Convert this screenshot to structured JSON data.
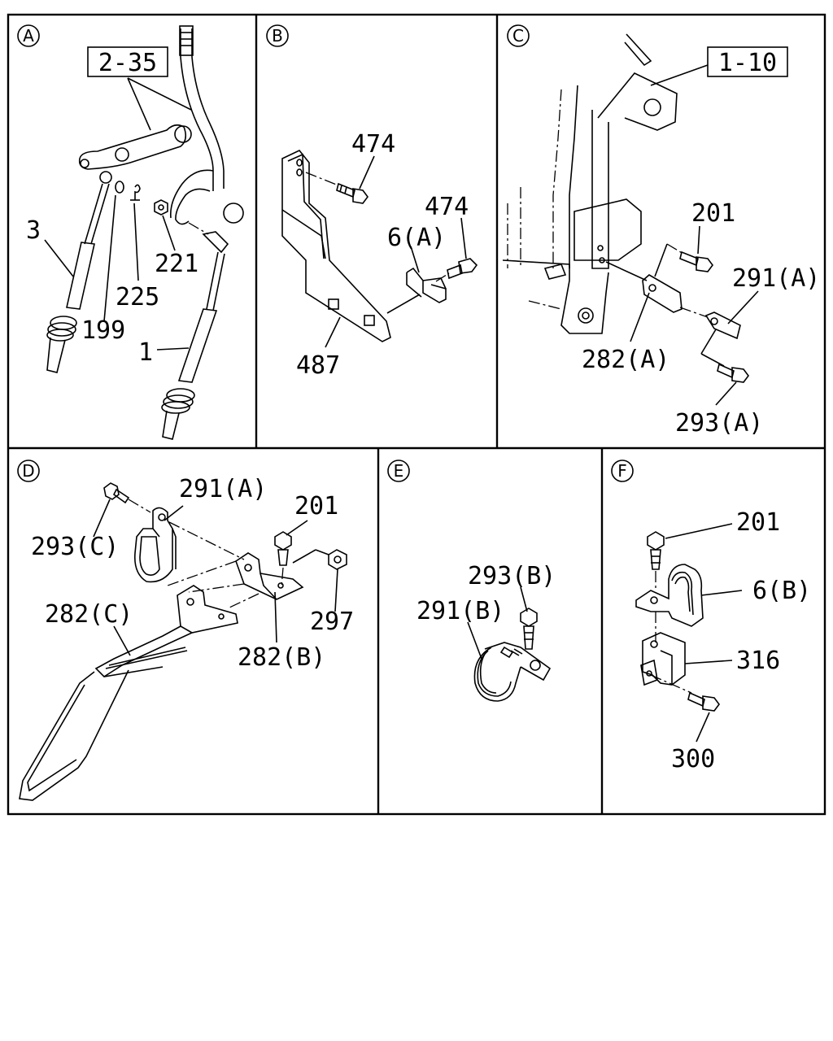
{
  "panels": {
    "A": {
      "id": "A",
      "refs": [
        "2-35"
      ],
      "labels": [
        "3",
        "199",
        "225",
        "221",
        "1"
      ]
    },
    "B": {
      "id": "B",
      "labels": [
        "474",
        "474",
        "6(A)",
        "487"
      ]
    },
    "C": {
      "id": "C",
      "refs": [
        "1-10"
      ],
      "labels": [
        "201",
        "291(A)",
        "282(A)",
        "293(A)"
      ]
    },
    "D": {
      "id": "D",
      "labels": [
        "291(A)",
        "201",
        "293(C)",
        "297",
        "282(C)",
        "282(B)"
      ]
    },
    "E": {
      "id": "E",
      "labels": [
        "293(B)",
        "291(B)"
      ]
    },
    "F": {
      "id": "F",
      "labels": [
        "201",
        "6(B)",
        "316",
        "300"
      ]
    }
  },
  "colors": {
    "line": "#000000",
    "background": "#ffffff"
  }
}
